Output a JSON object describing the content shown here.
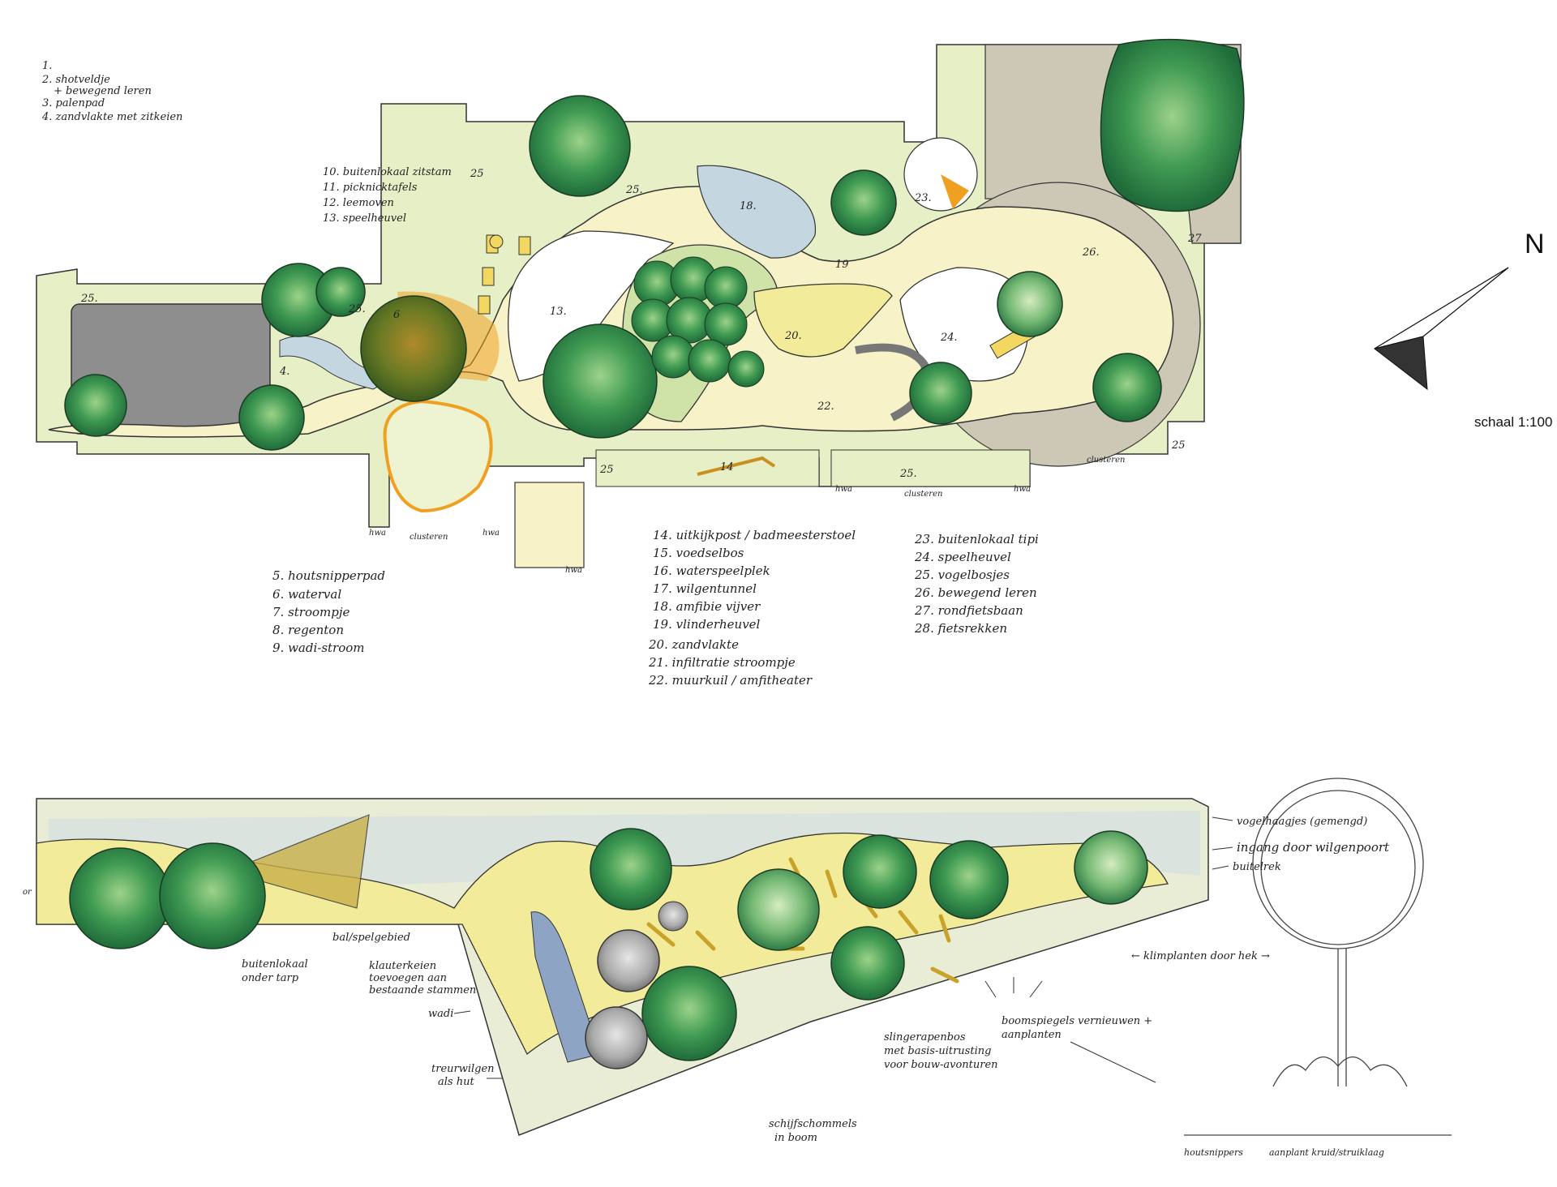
{
  "legend_1": [
    "1.",
    "2. shotveldje",
    "+ bewegend leren",
    "3. palenpad",
    "4. zandvlakte met zitkeien"
  ],
  "legend_10": [
    "10. buitenlokaal zitstam",
    "11. picknicktafels",
    "12. leemoven",
    "13. speelheuvel"
  ],
  "legend_5": [
    "5. houtsnipperpad",
    "6. waterval",
    "7. stroompje",
    "8. regenton",
    "9. wadi-stroom"
  ],
  "legend_14": [
    "14. uitkijkpost / badmeesterstoel",
    "15. voedselbos",
    "16. waterspeelplek",
    "17. wilgentunnel",
    "18. amfibie vijver",
    "19. vlinderheuvel",
    "20. zandvlakte",
    "21. infiltratie stroompje",
    "22. muurkuil / amfitheater"
  ],
  "legend_23": [
    "23. buitenlokaal tipi",
    "24. speelheuvel",
    "25. vogelbosjes",
    "26. bewegend leren",
    "27. rondfietsbaan",
    "28. fietsrekken"
  ],
  "north_label": "N",
  "scale_label": "schaal 1:100",
  "plan_numbers": {
    "n25a": "25.",
    "n25b": "25",
    "n25c": "25",
    "n25d": "25.",
    "n25e": "25.",
    "n25f": "25.",
    "n25g": "25",
    "n18": "18.",
    "n19": "19",
    "n23": "23.",
    "n26": "26.",
    "n27": "27",
    "n13": "13.",
    "n20": "20.",
    "n24": "24.",
    "n22": "22.",
    "n14": "14",
    "n6": "6",
    "n4": "4."
  },
  "small_labels": {
    "clusteren_1": "clusteren",
    "clusteren_2": "clusteren",
    "clusteren_3": "clusteren",
    "hwa_1": "hwa",
    "hwa_2": "hwa",
    "hwa_3": "hwa",
    "hwa_4": "hwa",
    "hwa_5": "hwa",
    "or": "or"
  },
  "annotations": {
    "vogelhaagje": "vogelhaagjes (gemengd)",
    "ingang": "ingang door wilgenpoort",
    "buitelrek": "buitelrek",
    "klimplanten": "← klimplanten door hek →",
    "boomspiegels_1": "boomspiegels vernieuwen +",
    "boomspiegels_2": "aanplanten",
    "slingerapenbos_1": "slingerapenbos",
    "slingerapenbos_2": "met basis-uitrusting",
    "slingerapenbos_3": "voor bouw-avonturen",
    "schijfschommels_1": "schijfschommels",
    "schijfschommels_2": "in boom",
    "treurwilgen_1": "treurwilgen",
    "treurwilgen_2": "als hut",
    "wadi": "wadi",
    "klauterkeien_1": "klauterkeien",
    "klauterkeien_2": "toevoegen aan",
    "klauterkeien_3": "bestaande stammen",
    "buitenlokaal_1": "buitenlokaal",
    "buitenlokaal_2": "onder tarp",
    "balspel": "bal/spelgebied",
    "houtsnippers": "houtsnippers",
    "aanplant": "aanplant kruid/struiklaag"
  },
  "colors": {
    "tree_dark": "#1f6b3a",
    "tree_mid": "#3f9a52",
    "tree_light": "#8dc779",
    "path_cream": "#f7f2c8",
    "sand_yellow": "#f2ec9a",
    "meadow": "#e4efc2",
    "hardscape_gray": "#8e8e8e",
    "paving_beige": "#cdc8b6",
    "water_blue": "#c4d7e0",
    "orange": "#f0a020",
    "ink": "#222222"
  }
}
